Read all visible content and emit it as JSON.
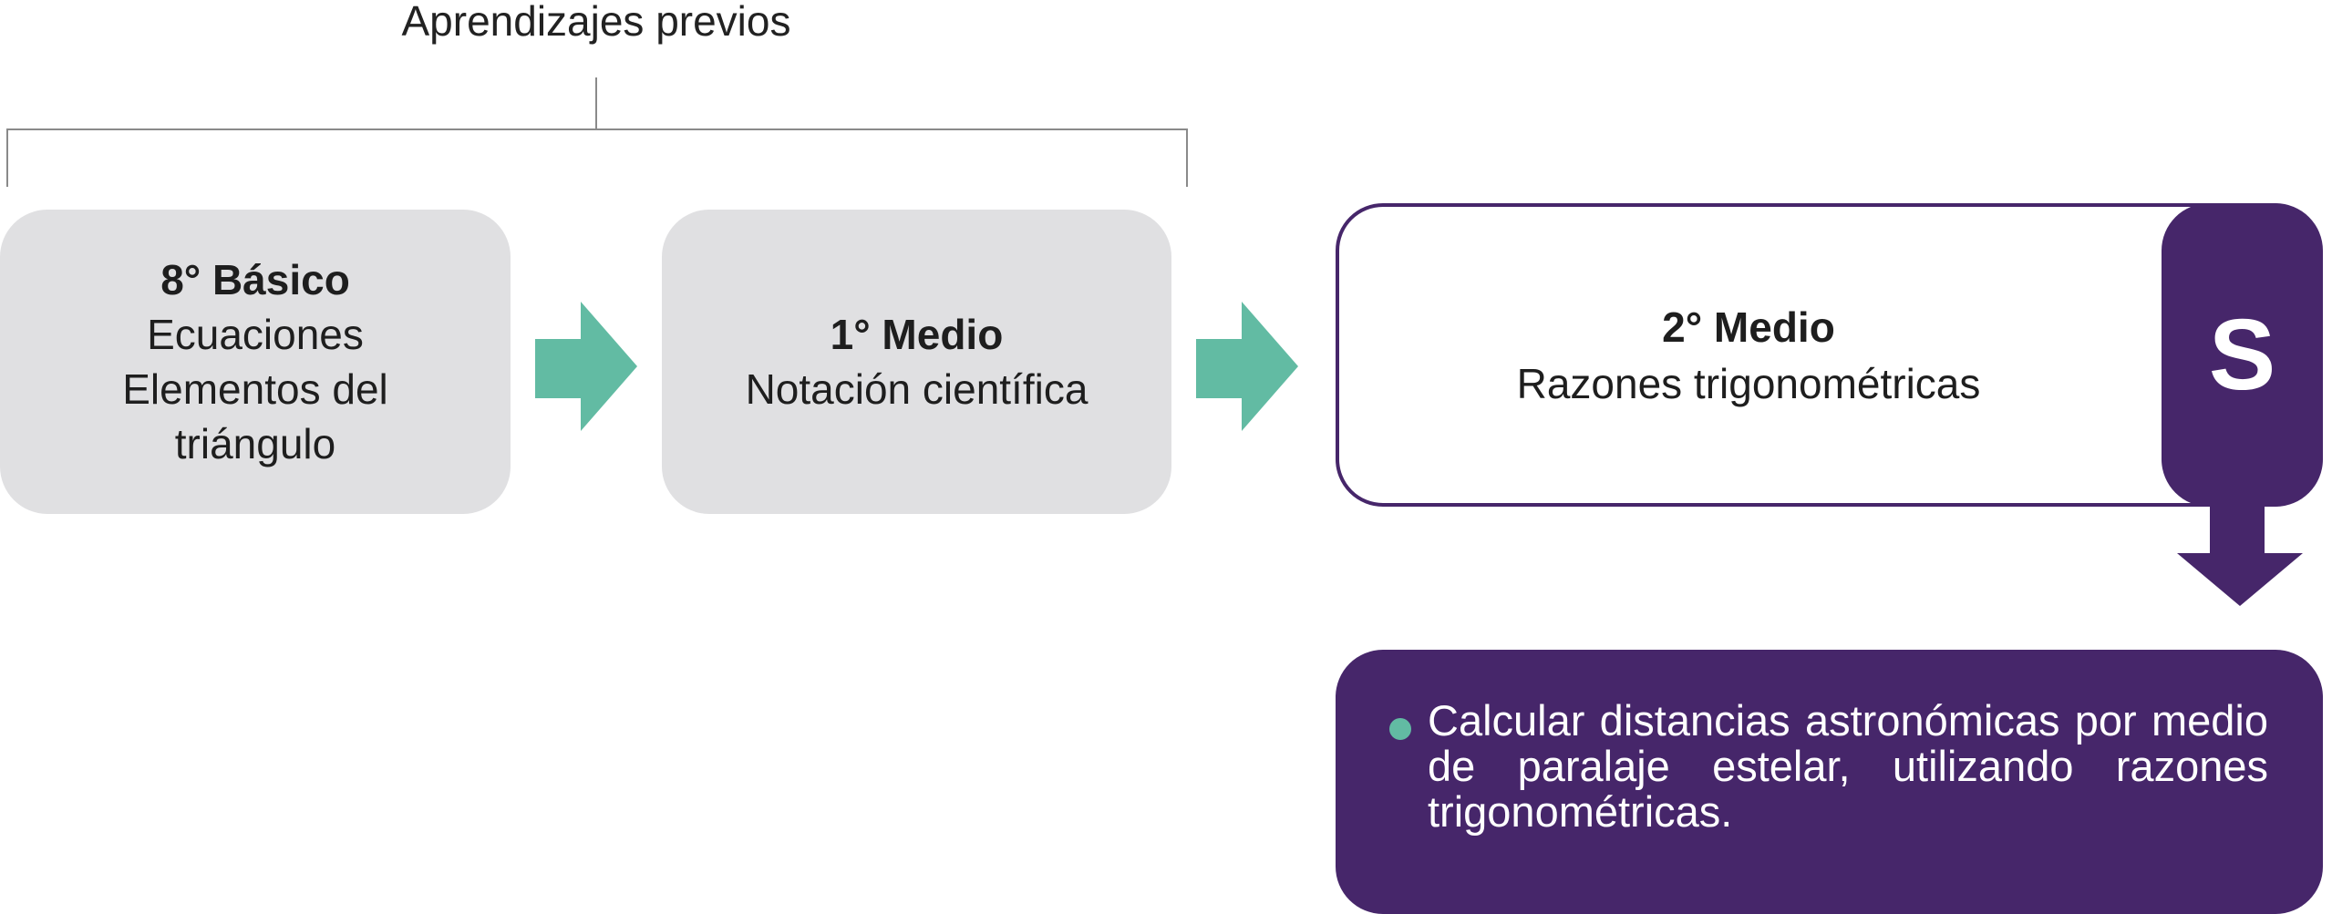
{
  "header": {
    "title": "Aprendizajes previos"
  },
  "boxes": [
    {
      "level": "8° Básico",
      "lines": [
        "Ecuaciones",
        "Elementos del",
        "triángulo"
      ]
    },
    {
      "level": "1° Medio",
      "lines": [
        "Notación científica"
      ]
    },
    {
      "level": "2° Medio",
      "lines": [
        "Razones trigonométricas"
      ],
      "badge": "S"
    }
  ],
  "goal": {
    "text": "Calcular distancias astronómicas por medio de paralaje estelar, utilizando razones trigonométricas."
  },
  "colors": {
    "purple": "#46266a",
    "teal": "#62bba3",
    "gray": "#e0e0e2"
  }
}
